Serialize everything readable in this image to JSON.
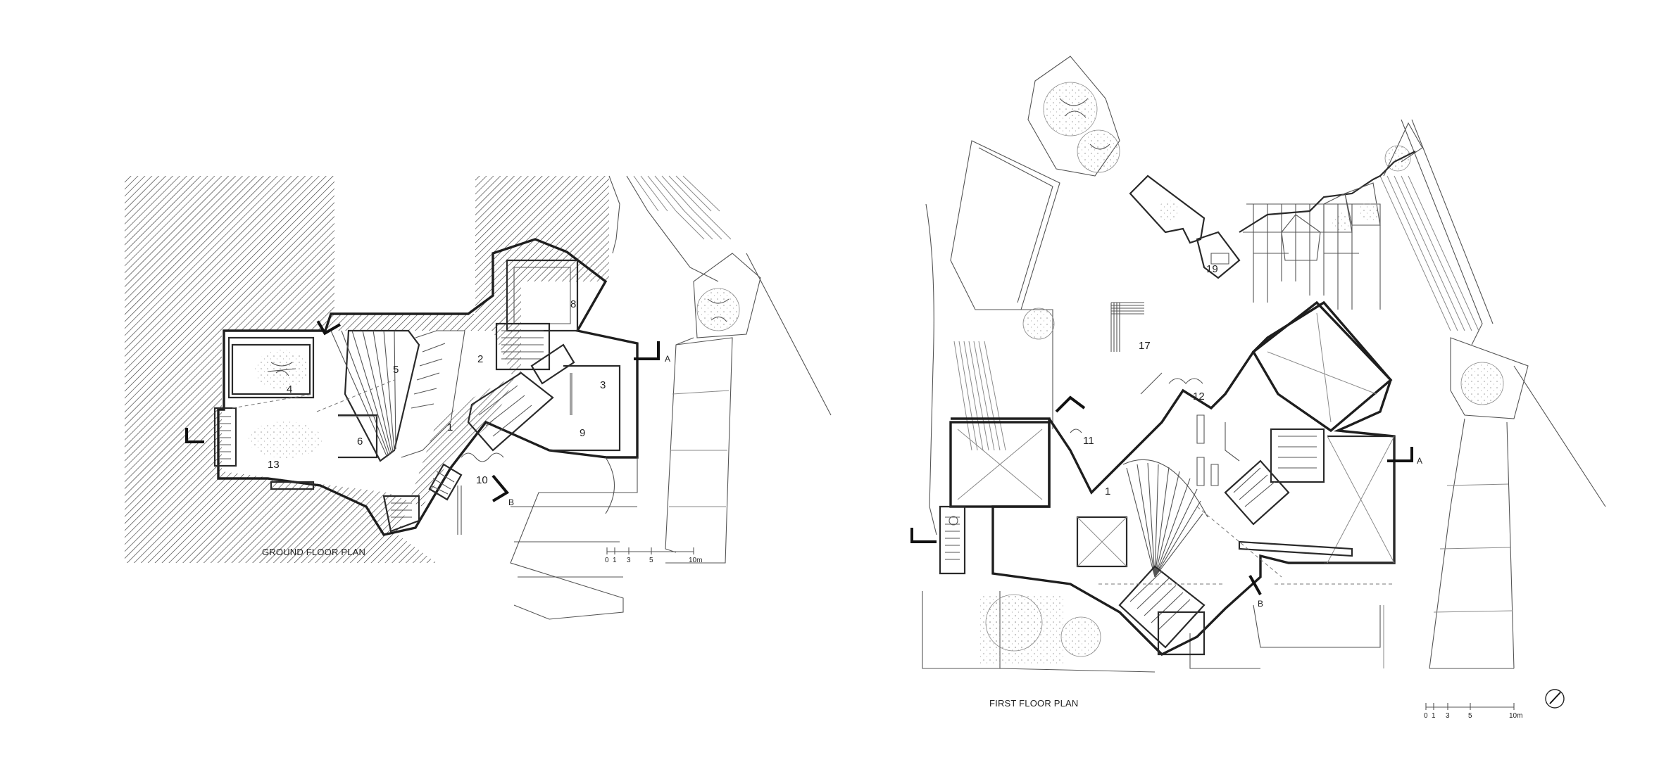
{
  "ground_floor": {
    "title": "GROUND FLOOR PLAN",
    "rooms": [
      "1",
      "2",
      "3",
      "4",
      "5",
      "6",
      "8",
      "9",
      "10",
      "13"
    ],
    "section_marks": [
      "A",
      "B"
    ],
    "scale_bar": {
      "ticks": [
        "0",
        "1",
        "3",
        "5",
        "10m"
      ]
    }
  },
  "first_floor": {
    "title": "FIRST FLOOR PLAN",
    "rooms": [
      "1",
      "11",
      "12",
      "17",
      "19"
    ],
    "section_marks": [
      "A",
      "B"
    ],
    "scale_bar": {
      "ticks": [
        "0",
        "1",
        "3",
        "5",
        "10m"
      ]
    },
    "north_arrow": "north-arrow-icon"
  },
  "colors": {
    "line": "#2a2a2a",
    "hatch": "#3a3a3a",
    "background": "#ffffff"
  }
}
